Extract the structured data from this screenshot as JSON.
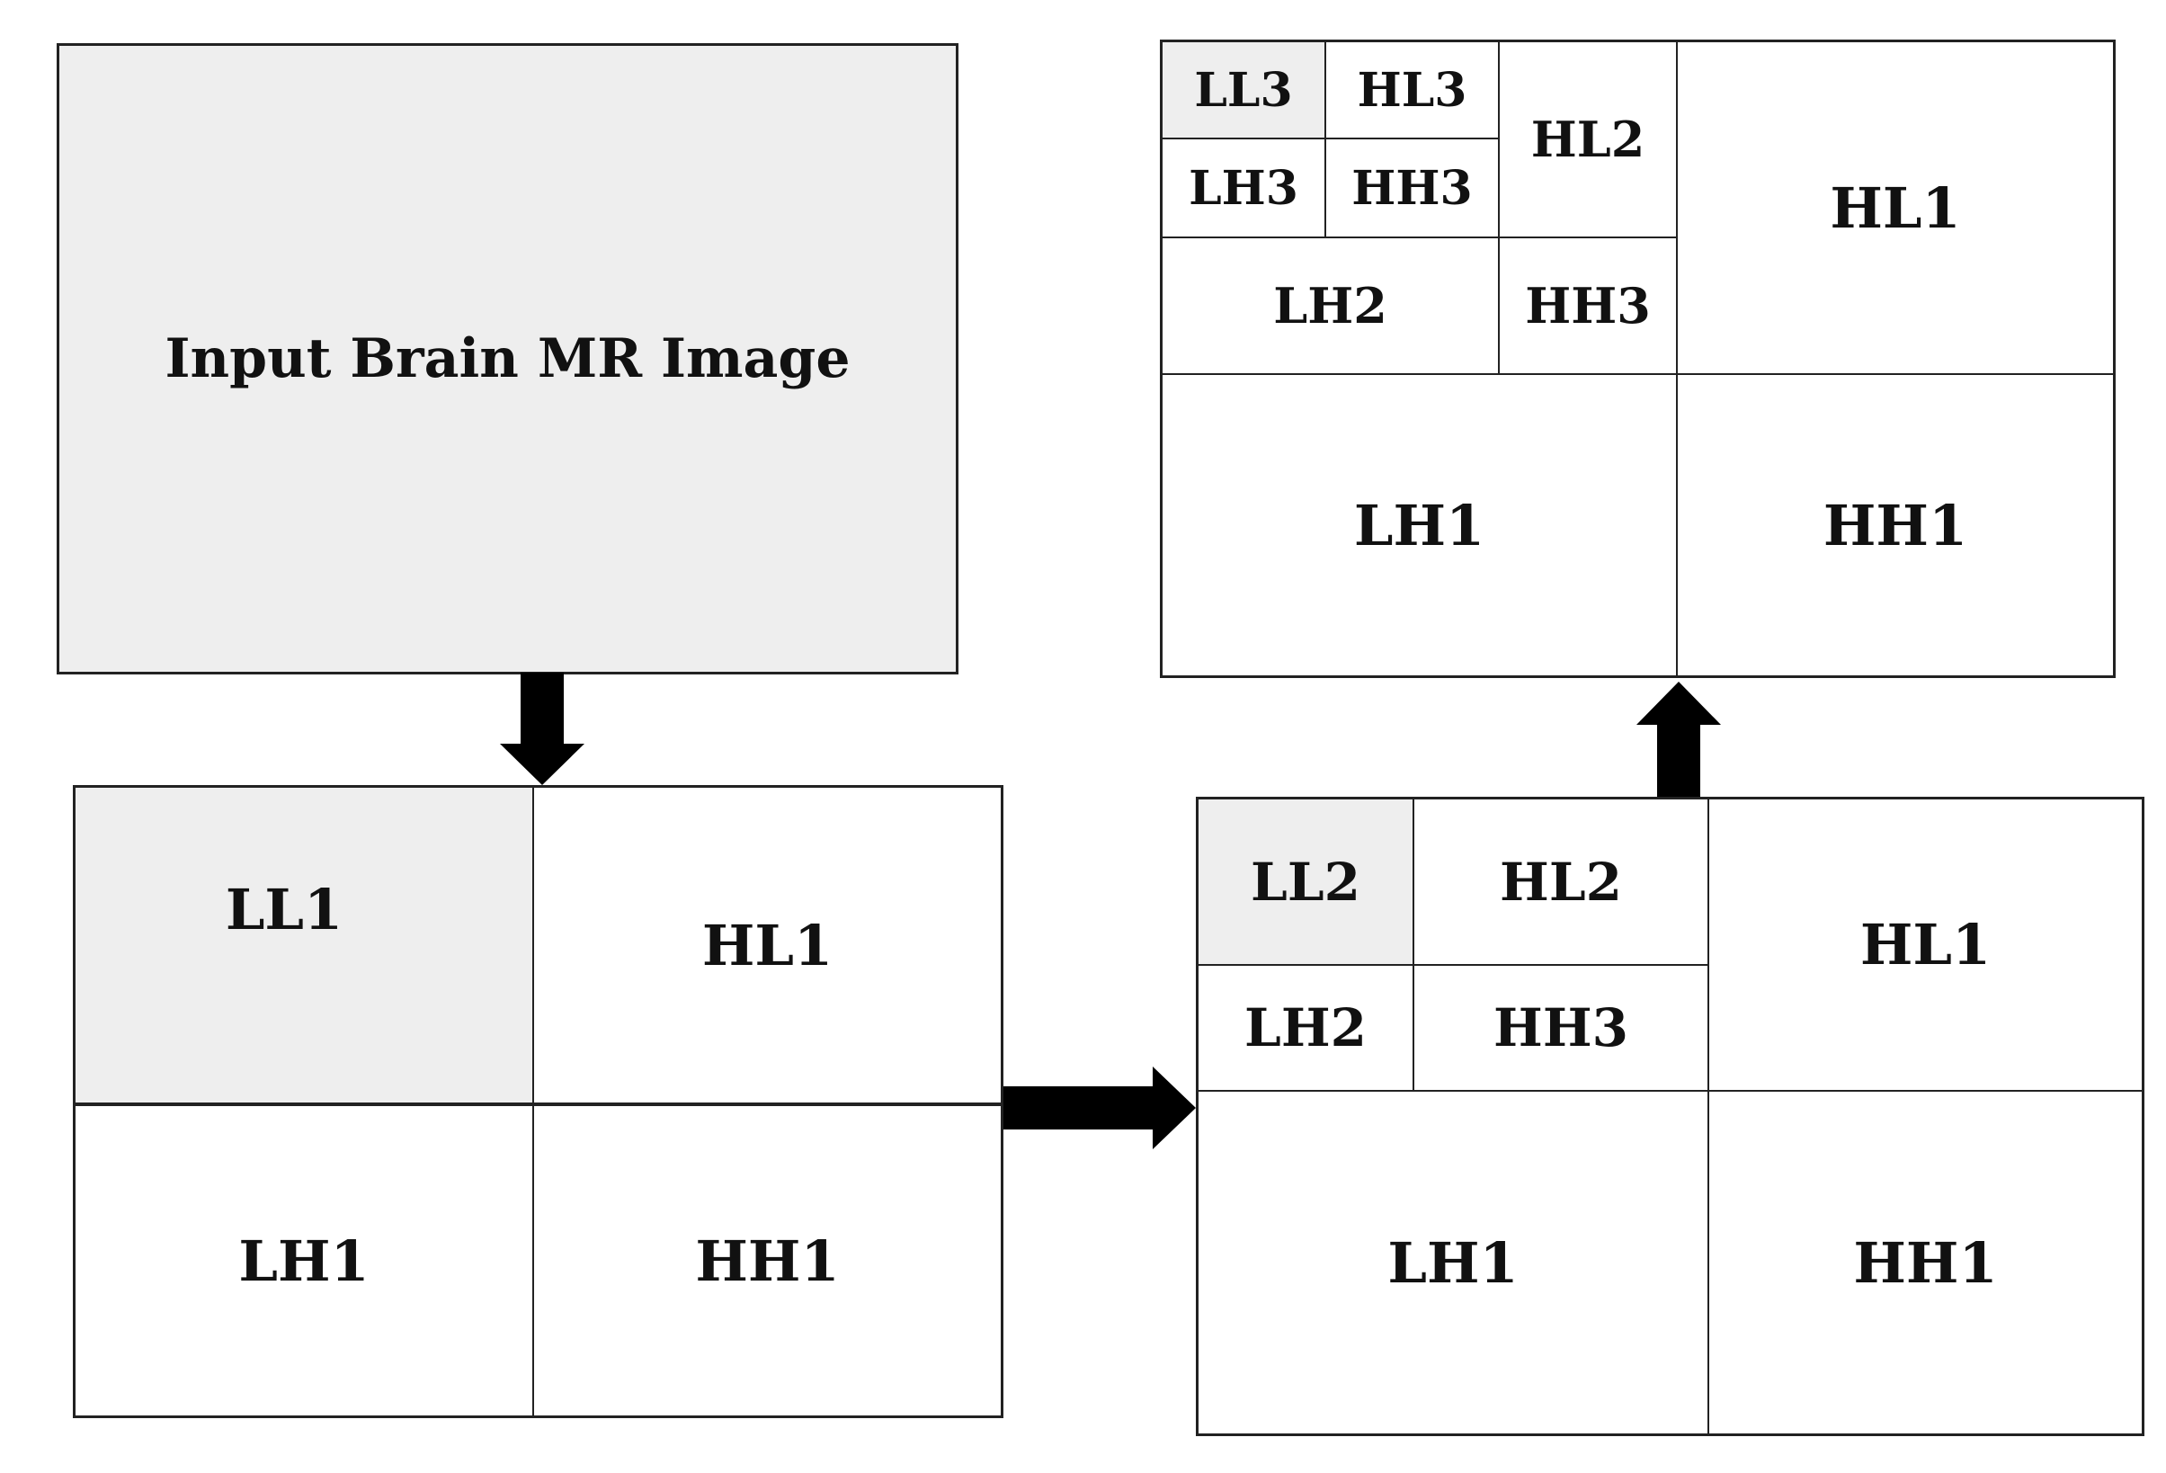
{
  "input": {
    "label": "Input Brain MR Image"
  },
  "level1": {
    "ll": "LL1",
    "hl": "HL1",
    "lh": "LH1",
    "hh": "HH1"
  },
  "level2": {
    "ll": "LL2",
    "hl2": "HL2",
    "lh2": "LH2",
    "hh": "HH3",
    "hl1": "HL1",
    "lh1": "LH1",
    "hh1": "HH1"
  },
  "level3": {
    "ll3": "LL3",
    "hl3": "HL3",
    "lh3": "LH3",
    "hh3": "HH3",
    "hl2": "HL2",
    "lh2": "LH2",
    "hh2": "HH3",
    "hl1": "HL1",
    "lh1": "LH1",
    "hh1": "HH1"
  },
  "colors": {
    "shaded": "#eeeeee",
    "line": "#222222",
    "arrow": "#000000"
  }
}
